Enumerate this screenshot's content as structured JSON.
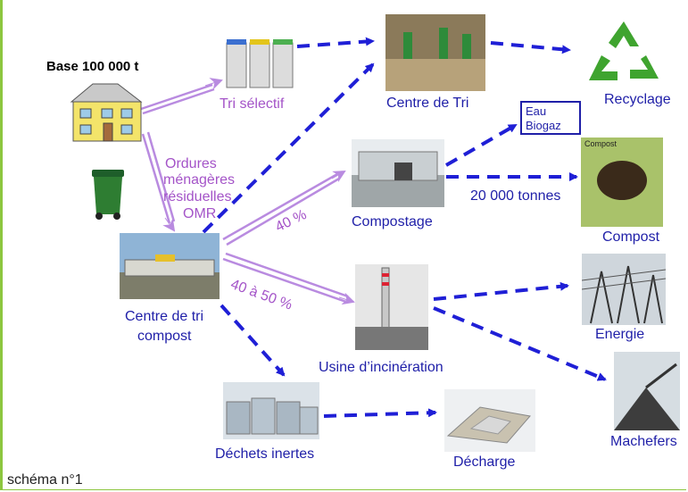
{
  "base": "Base 100 000 t",
  "nodes": {
    "tri_selectif": "Tri sélectif",
    "centre_tri": "Centre de Tri",
    "recyclage": "Recyclage",
    "eau_biogaz_1": "Eau",
    "eau_biogaz_2": "Biogaz",
    "compostage": "Compostage",
    "tonnes": "20 000 tonnes",
    "compost": "Compost",
    "compost_bag": "Compost",
    "centre_compost_1": "Centre de tri",
    "centre_compost_2": "compost",
    "usine": "Usine d’incinération",
    "energie": "Energie",
    "machefers": "Machefers",
    "dechets_inertes": "Déchets inertes",
    "decharge": "Décharge"
  },
  "omr": [
    "Ordures",
    "ménagères",
    "résiduelles",
    "OMR"
  ],
  "pct_40": "40 %",
  "pct_40_50": "40 à 50 %",
  "caption": "schéma n°1",
  "colors": {
    "flow": "#1f1fd6",
    "arrow_purple": "#b98be0",
    "text_blue": "#1f1fa8",
    "text_purple": "#a454c8",
    "frame": "#8cc63f"
  }
}
